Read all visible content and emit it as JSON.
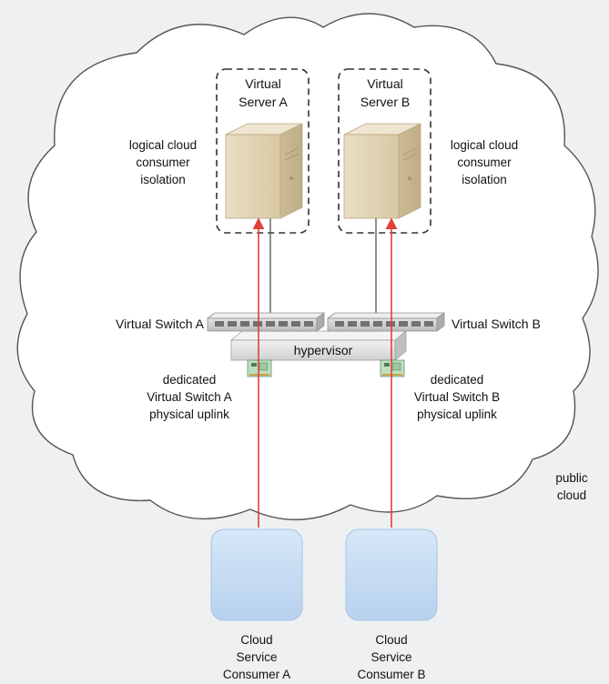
{
  "virtual_servers": [
    {
      "label": "Virtual\nServer A"
    },
    {
      "label": "Virtual\nServer B"
    }
  ],
  "isolation_labels": [
    {
      "label": "logical cloud\nconsumer\nisolation"
    },
    {
      "label": "logical cloud\nconsumer\nisolation"
    }
  ],
  "virtual_switches": [
    {
      "label": "Virtual Switch A"
    },
    {
      "label": "Virtual Switch B"
    }
  ],
  "hypervisor": {
    "label": "hypervisor"
  },
  "uplinks": [
    {
      "label": "dedicated\nVirtual Switch A\nphysical uplink"
    },
    {
      "label": "dedicated\nVirtual Switch B\nphysical uplink"
    }
  ],
  "cloud": {
    "label": "public\ncloud"
  },
  "consumers": [
    {
      "label": "Cloud\nService\nConsumer A"
    },
    {
      "label": "Cloud\nService\nConsumer B"
    }
  ],
  "colors": {
    "background": "#eef0f1",
    "cloud_fill": "#ffffff",
    "cloud_stroke": "#555555",
    "server_fill": "#e3d6b8",
    "consumer_fill": "#c5dcf3",
    "arrow": "#e0403a",
    "switch_fill": "#c9cbcd"
  }
}
